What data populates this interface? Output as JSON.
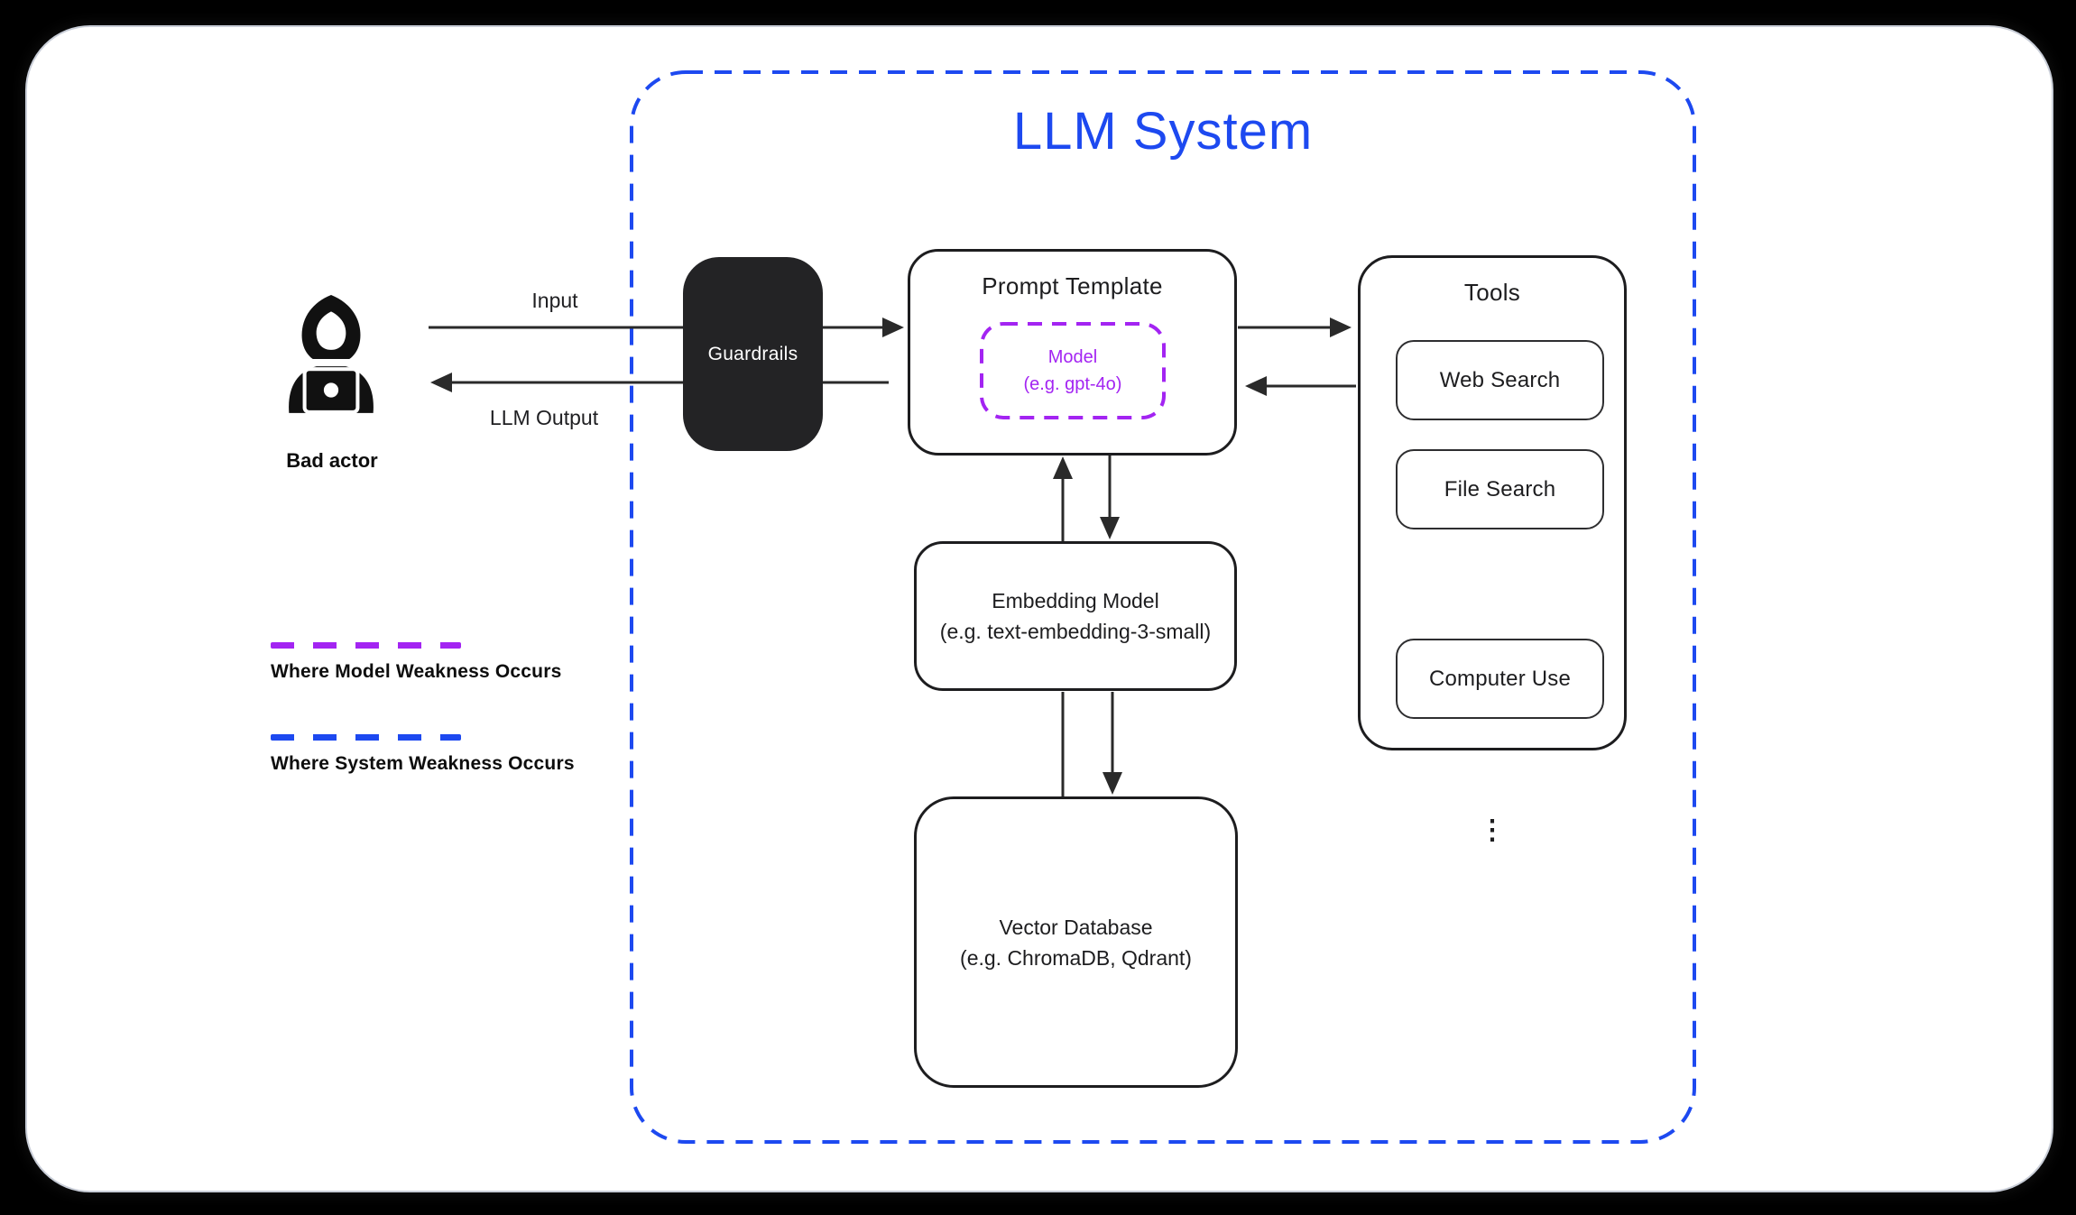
{
  "page": {
    "background": "#000000",
    "card_background": "#ffffff"
  },
  "colors": {
    "system_blue": "#1d49f0",
    "model_purple": "#a324f2",
    "ink": "#1d1d1f"
  },
  "llm_system": {
    "title": "LLM System"
  },
  "actor": {
    "label": "Bad actor"
  },
  "flows": {
    "input_label": "Input",
    "output_label": "LLM Output"
  },
  "guardrails": {
    "label": "Guardrails"
  },
  "prompt_template": {
    "title": "Prompt Template",
    "model_line1": "Model",
    "model_line2": "(e.g. gpt-4o)"
  },
  "tools": {
    "title": "Tools",
    "items": [
      "Web Search",
      "File Search",
      "Computer Use"
    ],
    "ellipsis": "⋮"
  },
  "embedding_model": {
    "line1": "Embedding Model",
    "line2": "(e.g. text-embedding-3-small)"
  },
  "vector_database": {
    "line1": "Vector Database",
    "line2": "(e.g. ChromaDB, Qdrant)"
  },
  "legend": {
    "model_weakness": {
      "label": "Where Model Weakness Occurs",
      "color": "#a324f2"
    },
    "system_weakness": {
      "label": "Where System Weakness Occurs",
      "color": "#1d49f0"
    }
  }
}
